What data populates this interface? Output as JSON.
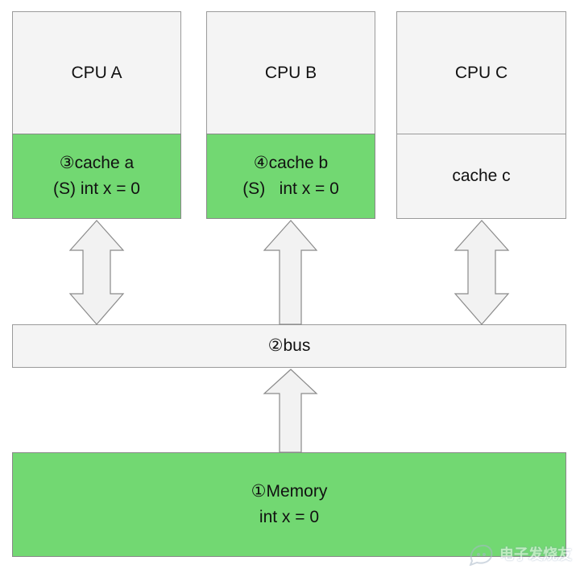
{
  "cpus": [
    {
      "name": "CPU A",
      "cache_line1": "③cache a",
      "cache_line2": "(S) int x = 0",
      "cache_state": "shared"
    },
    {
      "name": "CPU B",
      "cache_line1": "④cache b",
      "cache_line2": "(S)   int x = 0",
      "cache_state": "shared"
    },
    {
      "name": "CPU C",
      "cache_line1": "cache c",
      "cache_line2": "",
      "cache_state": "empty"
    }
  ],
  "bus": {
    "label": "②bus"
  },
  "memory": {
    "line1": "①Memory",
    "line2": "int x = 0"
  },
  "arrows": [
    {
      "between": "cache a - bus",
      "direction": "both"
    },
    {
      "between": "cache b - bus",
      "direction": "up"
    },
    {
      "between": "cache c - bus",
      "direction": "both"
    },
    {
      "between": "memory - bus",
      "direction": "up"
    }
  ],
  "watermark": {
    "text": "电子发烧友"
  },
  "colors": {
    "green": "#72d872",
    "gray": "#f4f4f4",
    "border": "#9a9a9a",
    "arrow_fill": "#f2f2f2",
    "arrow_stroke": "#8a8a8a"
  }
}
